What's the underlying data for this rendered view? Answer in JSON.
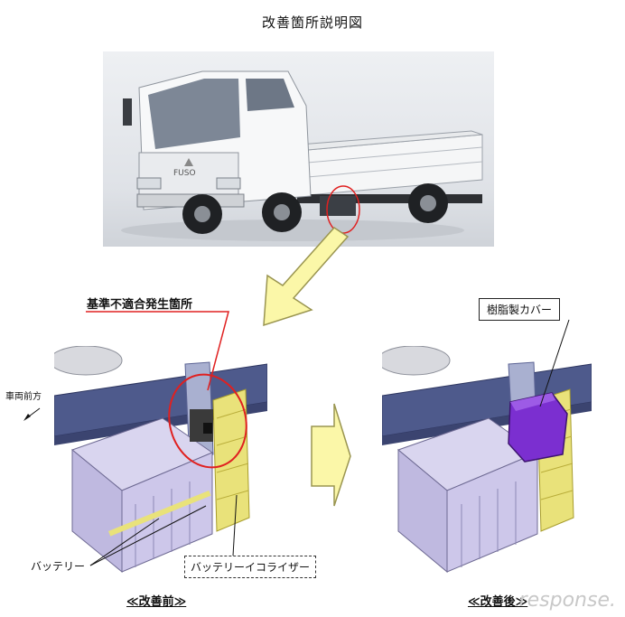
{
  "page": {
    "title": "改善箇所説明図"
  },
  "labels": {
    "defect_location": "基準不適合発生箇所",
    "vehicle_front": "車両前方",
    "battery": "バッテリー",
    "battery_equalizer": "バッテリーイコライザー",
    "resin_cover": "樹脂製カバー",
    "brand_on_grille": "FUSO"
  },
  "captions": {
    "before": "≪改善前≫",
    "after": "≪改善後≫"
  },
  "watermark": {
    "text": "response."
  },
  "colors": {
    "highlight_ring": "#e02020",
    "arrow_fill": "#fbf7a8",
    "arrow_stroke": "#9a9550",
    "cover_purple": "#7b2fd0",
    "battery_lavender": "#cdc7ea",
    "frame_blue": "#4e5a8c",
    "equalizer_yellow": "#e9e27a"
  }
}
